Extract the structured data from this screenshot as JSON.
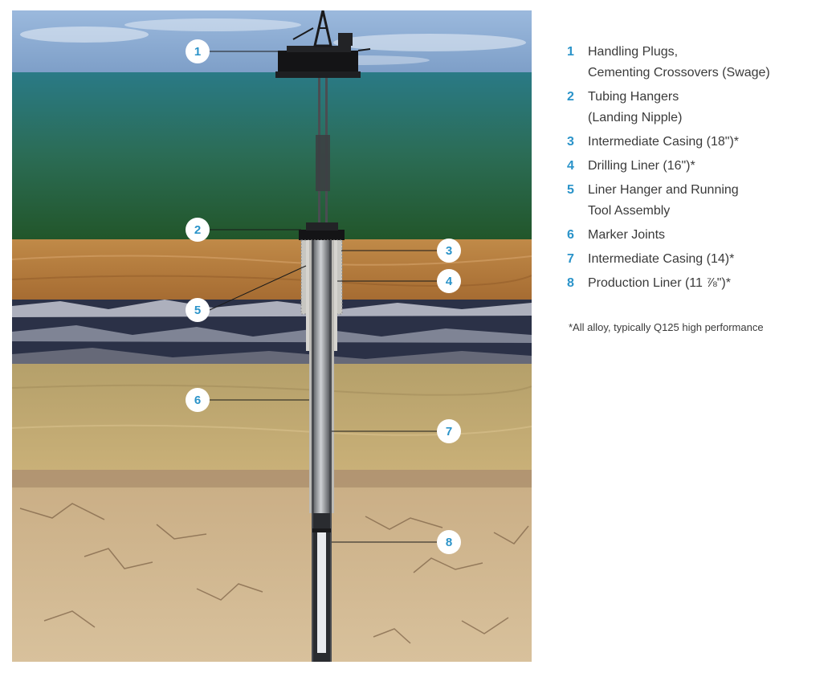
{
  "colors": {
    "accent": "#2a93c9",
    "sky": "#8fb3d9",
    "sea_top": "#2a7a86",
    "sea_bottom": "#24602a",
    "sediment_orange": "#b47a38",
    "dark_band": "#2b3147",
    "sand": "#c6ad74",
    "ground": "#d2b78e"
  },
  "callouts": [
    {
      "number": "1",
      "label_lines": [
        "Handling Plugs,",
        "Cementing Crossovers (Swage)"
      ]
    },
    {
      "number": "2",
      "label_lines": [
        "Tubing Hangers",
        "(Landing Nipple)"
      ]
    },
    {
      "number": "3",
      "label_lines": [
        "Intermediate Casing (18\")*"
      ]
    },
    {
      "number": "4",
      "label_lines": [
        "Drilling Liner (16\")*"
      ]
    },
    {
      "number": "5",
      "label_lines": [
        "Liner Hanger and Running",
        "Tool Assembly"
      ]
    },
    {
      "number": "6",
      "label_lines": [
        "Marker Joints"
      ]
    },
    {
      "number": "7",
      "label_lines": [
        "Intermediate Casing (14)*"
      ]
    },
    {
      "number": "8",
      "label_lines": [
        "Production Liner (11 ⅞\")*"
      ]
    }
  ],
  "footnote": "*All alloy, typically Q125 high performance"
}
